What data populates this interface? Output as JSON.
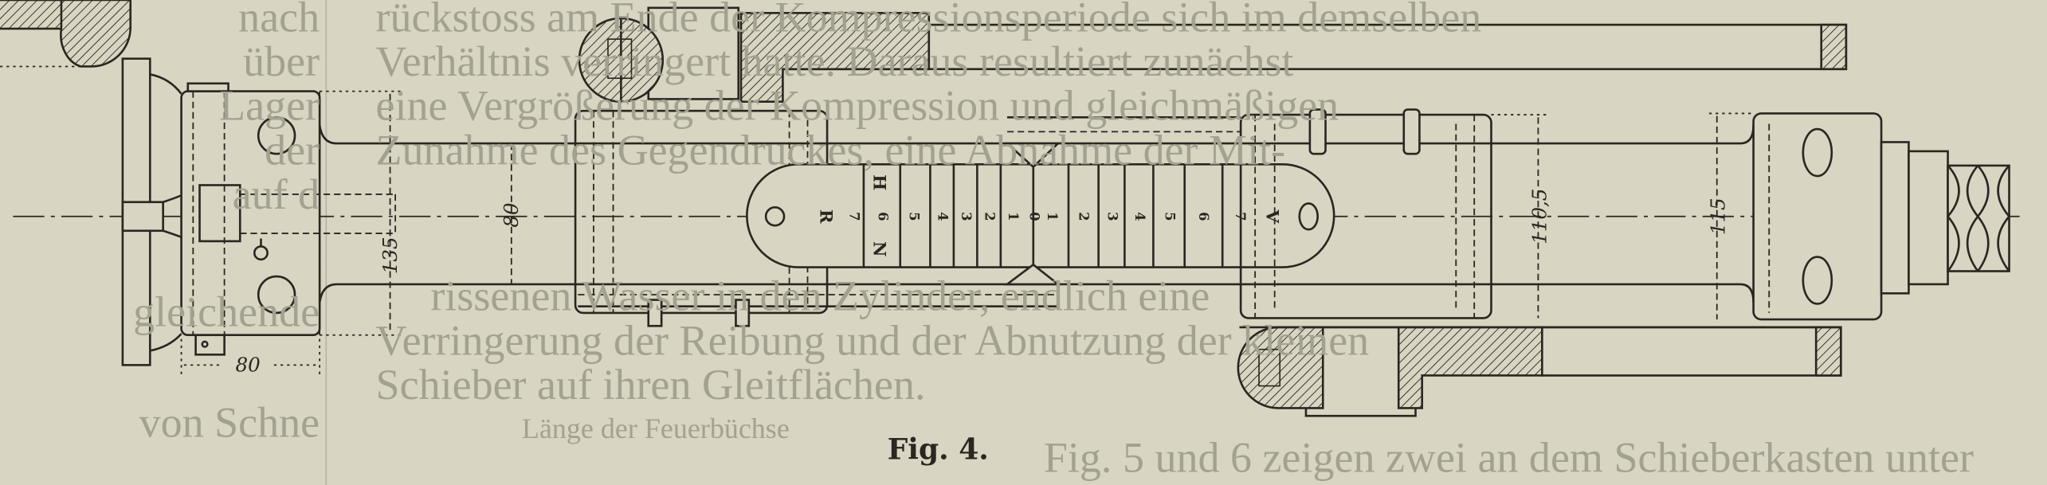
{
  "figure": {
    "caption": "Fig. 4.",
    "dimensions": {
      "body_height": "135",
      "arm_width": "80",
      "body_length": "80",
      "clamp_height": "110,5",
      "end_height": "115"
    },
    "scale": {
      "letter_top": "H",
      "letter_center": "R",
      "letter_bottom": "N",
      "letter_right": "V",
      "left_digits": [
        "7",
        "6",
        "5",
        "4",
        "3",
        "2",
        "1"
      ],
      "zero": "0",
      "right_digits": [
        "1",
        "2",
        "3",
        "4",
        "5",
        "6",
        "7"
      ]
    }
  },
  "background_text": {
    "right_column": [
      "rückstoss am Ende der Kompressionsperiode sich im demselben",
      "Verhältnis verringert hatte. Daraus resultiert zunächst",
      "eine Vergrößerung der Kompression und gleichmäßigen",
      "Zunahme des Gegendruckes, eine Abnahme der Mit-",
      "rissenen Wasser in den Zylinder, endlich eine",
      "Verringerung der Reibung und der Abnutzung der kleinen",
      "Schieber auf ihren Gleitflächen.",
      "Fig. 5 und 6 zeigen zwei an dem Schieberkasten unter"
    ],
    "left_column": [
      "nach",
      "über",
      "Lager",
      "der",
      "auf d",
      "gleichende",
      "von Schne"
    ],
    "faint_line": "Länge der Feuerbüchse"
  }
}
